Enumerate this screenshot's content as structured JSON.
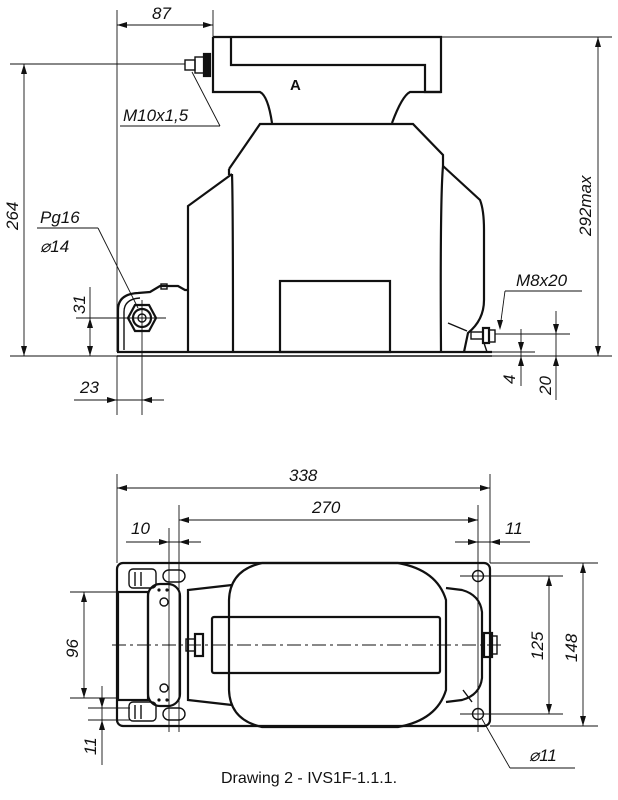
{
  "title": "Drawing 2 - IVS1F-1.1.1.",
  "side_view": {
    "label_A": "A",
    "dims": {
      "width_87": "87",
      "height_264": "264",
      "height_292max": "292max",
      "thread_m10": "M10x1,5",
      "gland_pg16": "Pg16",
      "gland_dia14": "⌀14",
      "gland_height_31": "31",
      "gland_offset_23": "23",
      "bolt_m8": "M8x20",
      "bolt_4": "4",
      "bolt_20": "20"
    }
  },
  "plan_view": {
    "dims": {
      "length_338": "338",
      "pitch_270": "270",
      "offset_10": "10",
      "offset_11_right": "11",
      "width_96": "96",
      "offset_11_bottom": "11",
      "pitch_125": "125",
      "width_148": "148",
      "hole_dia11": "⌀11"
    }
  }
}
